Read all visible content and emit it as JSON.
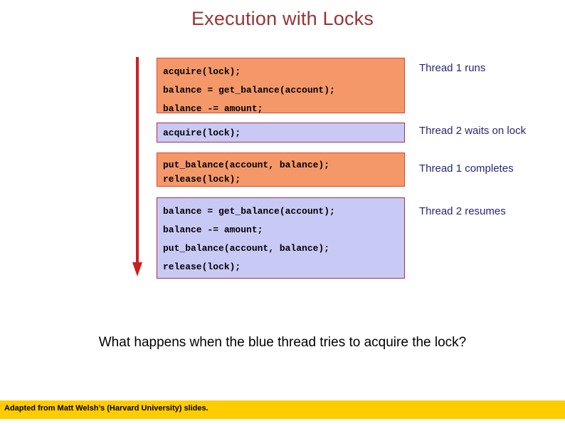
{
  "slide": {
    "title": "Execution with Locks",
    "question": "What happens when the blue thread tries to acquire the lock?",
    "footer_credit": "Adapted from Matt Welsh’s (Harvard University) slides.",
    "colors": {
      "title": "#983434",
      "orange_block_fill": "#F59869",
      "orange_block_border": "#D94A28",
      "purple_block_fill": "#C9C9F6",
      "purple_block_border": "#A03050",
      "thread_label": "#262678",
      "arrow": "#CC2020",
      "footer_bar": "#FFCC00"
    },
    "timeline": {
      "arrow_icon": "down-arrow-icon",
      "direction": "down"
    },
    "blocks": [
      {
        "thread": "orange",
        "lines": [
          "acquire(lock);",
          "balance = get_balance(account);",
          "balance -= amount;"
        ],
        "annotation": "Thread 1 runs"
      },
      {
        "thread": "purple",
        "lines": [
          "acquire(lock);"
        ],
        "annotation": "Thread 2 waits on lock"
      },
      {
        "thread": "orange",
        "lines": [
          "put_balance(account, balance);",
          "release(lock);"
        ],
        "annotation": "Thread 1 completes"
      },
      {
        "thread": "purple",
        "lines": [
          "balance = get_balance(account);",
          "balance -= amount;",
          "put_balance(account, balance);",
          "release(lock);"
        ],
        "annotation": "Thread 2 resumes"
      }
    ]
  }
}
